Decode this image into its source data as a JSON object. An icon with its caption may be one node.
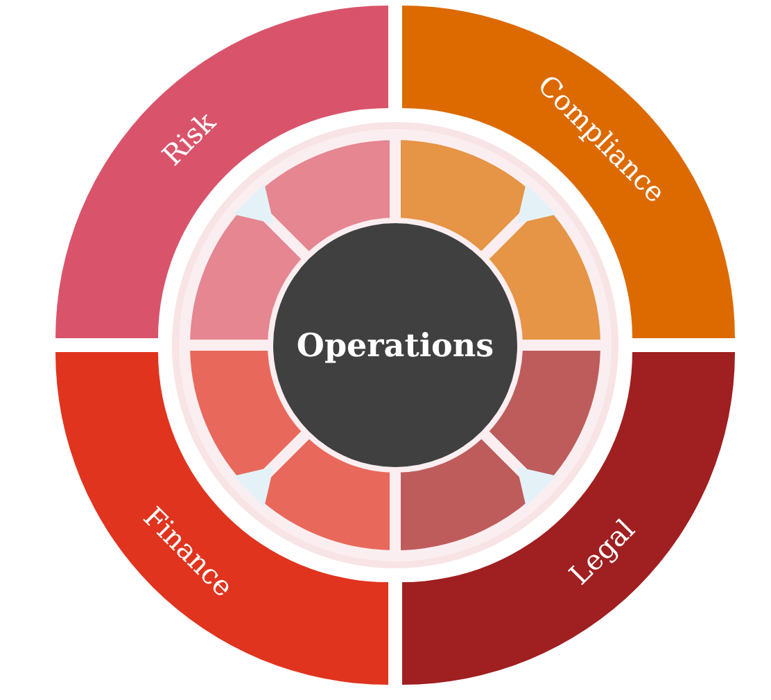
{
  "diagram": {
    "nodes": [
      {
        "text": [
          "Risk"
        ]
      },
      {
        "text": [
          "Compliance"
        ]
      },
      {
        "text": [
          "Operations"
        ]
      },
      {
        "text": [
          "Finance"
        ]
      },
      {
        "text": [
          "Legal"
        ]
      }
    ]
  }
}
